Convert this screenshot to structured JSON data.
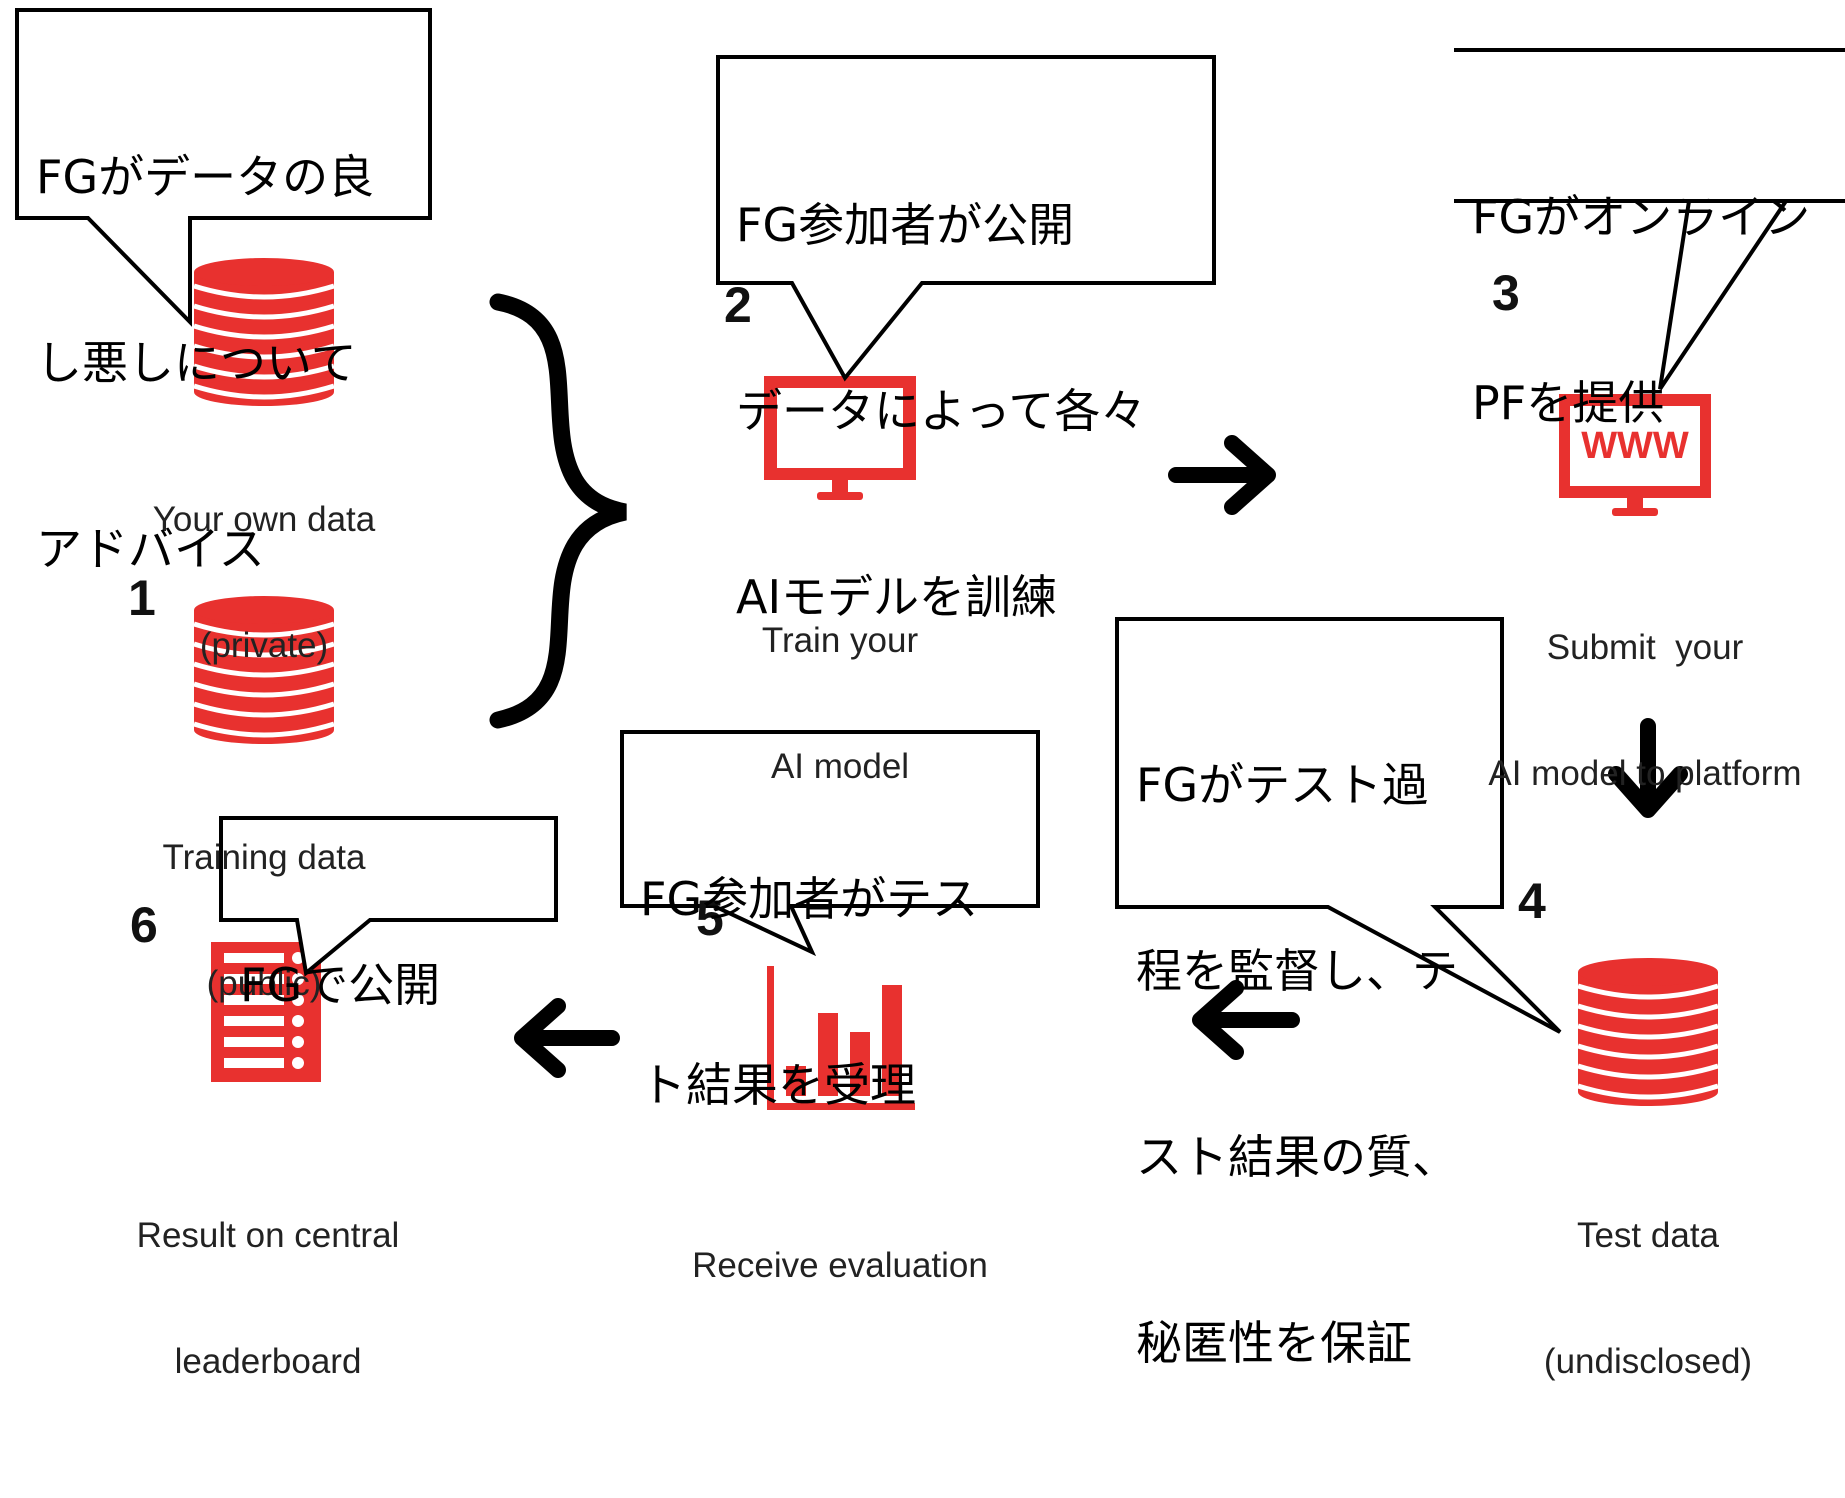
{
  "colors": {
    "accent": "#e8312f",
    "ink": "#111111",
    "text": "#222222"
  },
  "steps": {
    "n1": "1",
    "n2": "2",
    "n3": "3",
    "n4": "4",
    "n5": "5",
    "n6": "6"
  },
  "nodes": {
    "own_data": {
      "line1": "Your own data",
      "line2": "(private)",
      "icon": "database-icon"
    },
    "training_data": {
      "line1": "Training data",
      "line2": "(public)",
      "icon": "database-icon"
    },
    "train_model": {
      "line1": "Train your",
      "line2": "AI model",
      "icon": "monitor-icon"
    },
    "submit_model": {
      "line1": "Submit  your",
      "line2": "AI model to platform",
      "icon": "monitor-www-icon",
      "screen_text": "WWW"
    },
    "test_data": {
      "line1": "Test data",
      "line2": "(undisclosed)",
      "icon": "database-icon"
    },
    "evaluation": {
      "line1": "Receive evaluation",
      "icon": "bar-chart-icon"
    },
    "leaderboard": {
      "line1": "Result on central",
      "line2": "leaderboard",
      "icon": "checklist-icon"
    }
  },
  "callouts": {
    "c1": {
      "lines": [
        "FGがデータの良",
        "し悪しについて",
        "アドバイス"
      ]
    },
    "c2": {
      "lines": [
        "FG参加者が公開",
        "データによって各々",
        "AIモデルを訓練"
      ]
    },
    "c3": {
      "lines": [
        "FGがオンライン",
        "PFを提供"
      ]
    },
    "c4": {
      "lines": [
        "FGがテスト過",
        "程を監督し、テ",
        "スト結果の質、",
        "秘匿性を保証"
      ]
    },
    "c5": {
      "lines": [
        "FG参加者がテス",
        "ト結果を受理"
      ]
    },
    "c6": {
      "lines": [
        "FGで公開"
      ]
    }
  }
}
